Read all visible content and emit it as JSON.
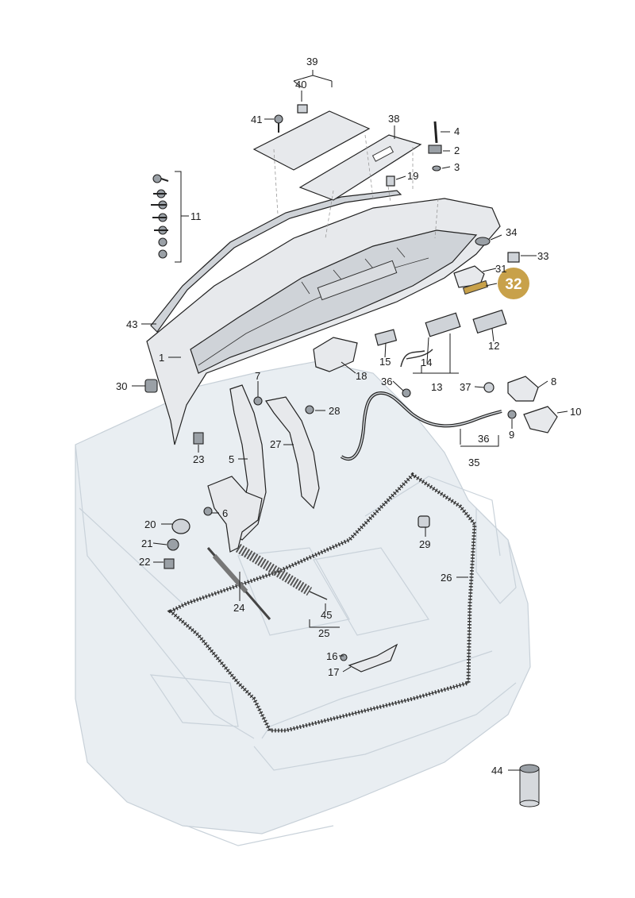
{
  "diagram": {
    "highlight_label": "32",
    "highlight_color": "#c8a14a",
    "callouts": [
      "1",
      "2",
      "3",
      "4",
      "5",
      "6",
      "7",
      "8",
      "9",
      "10",
      "11",
      "12",
      "13",
      "14",
      "15",
      "16",
      "17",
      "18",
      "19",
      "20",
      "21",
      "22",
      "23",
      "24",
      "25",
      "26",
      "27",
      "28",
      "29",
      "30",
      "31",
      "33",
      "34",
      "35",
      "36",
      "36",
      "37",
      "38",
      "39",
      "40",
      "41",
      "43",
      "44",
      "45"
    ]
  }
}
